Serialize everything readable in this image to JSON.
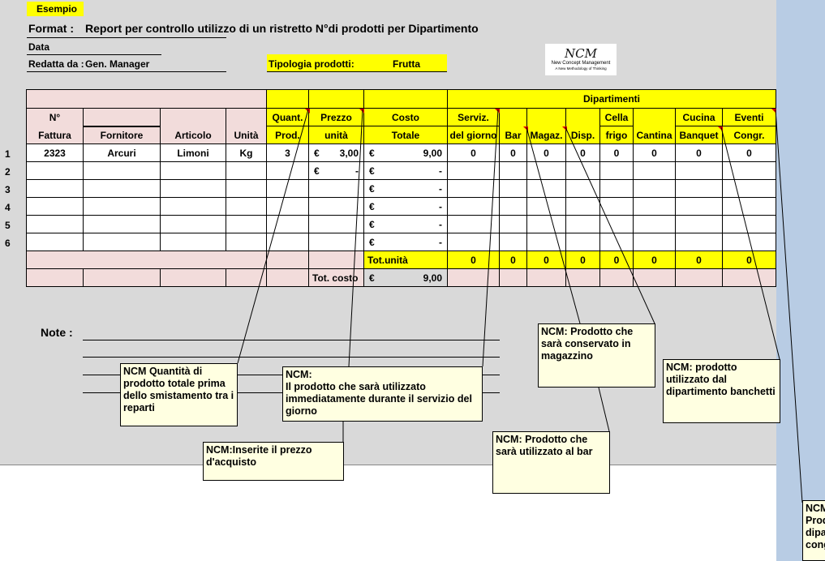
{
  "header": {
    "esempio": "Esempio",
    "format_label": "Format :",
    "format_title": "Report  per controllo utilizzo di un ristretto N°di prodotti per Dipartimento",
    "data_label": "Data",
    "redatta_label": "Redatta da :",
    "redatta_value": "Gen. Manager",
    "tipologia_label": "Tipologia prodotti:",
    "tipologia_value": "Frutta"
  },
  "logo": {
    "mark": "NCM",
    "line1": "New Concept Management",
    "line2": "A New Methodology of Thinking"
  },
  "table": {
    "dipartimenti": "Dipartimenti",
    "h_nfattura_1": "N°",
    "h_nfattura_2": "Fattura",
    "h_fornitore": "Fornitore",
    "h_articolo": "Articolo",
    "h_unita": "Unità",
    "h_quant_1": "Quant.",
    "h_quant_2": "Prod.",
    "h_prezzo_1": "Prezzo",
    "h_prezzo_2": "unità",
    "h_costo_1": "Costo",
    "h_costo_2": "Totale",
    "h_serviz_1": "Serviz.",
    "h_serviz_2": "del giorno",
    "h_bar": "Bar",
    "h_magaz": "Magaz.",
    "h_disp": "Disp.",
    "h_cella_1": "Cella",
    "h_cella_2": "frigo",
    "h_cantina": "Cantina",
    "h_cucina_1": "Cucina",
    "h_cucina_2": "Banquet",
    "h_eventi_1": "Eventi",
    "h_eventi_2": "Congr.",
    "row_numbers": [
      "1",
      "2",
      "3",
      "4",
      "5",
      "6"
    ],
    "row1": {
      "fattura": "2323",
      "fornitore": "Arcuri",
      "articolo": "Limoni",
      "unita": "Kg",
      "quant": "3",
      "prezzo_cur": "€",
      "prezzo": "3,00",
      "costo_cur": "€",
      "costo": "9,00",
      "deps": [
        "0",
        "0",
        "0",
        "0",
        "0",
        "0",
        "0",
        "0"
      ]
    },
    "row2": {
      "prezzo_cur": "€",
      "prezzo": "-",
      "costo_cur": "€",
      "costo": "-"
    },
    "empty_cost": {
      "cur": "€",
      "val": "-"
    },
    "tot_unita": "Tot.unità",
    "tot_deps": [
      "0",
      "0",
      "0",
      "0",
      "0",
      "0",
      "0",
      "0"
    ],
    "tot_costo_label": "Tot.  costo",
    "tot_costo_cur": "€",
    "tot_costo": "9,00"
  },
  "note_label": "Note :",
  "comments": {
    "quantita": "NCM Quantità di prodotto totale prima dello smistamento tra i reparti",
    "servizio": "NCM:\nIl prodotto che sarà utilizzato immediatamente durante il servizio del giorno",
    "prezzo": "NCM:Inserite il prezzo d'acquisto",
    "magazzino": "NCM: Prodotto che sarà conservato in magazzino",
    "bar": "NCM: Prodotto che sarà utilizzato al bar",
    "banchetti": "NCM: prodotto utilizzato dal dipartimento banchetti",
    "congressi": "NCM:\nProd\ndipa\ncong"
  }
}
